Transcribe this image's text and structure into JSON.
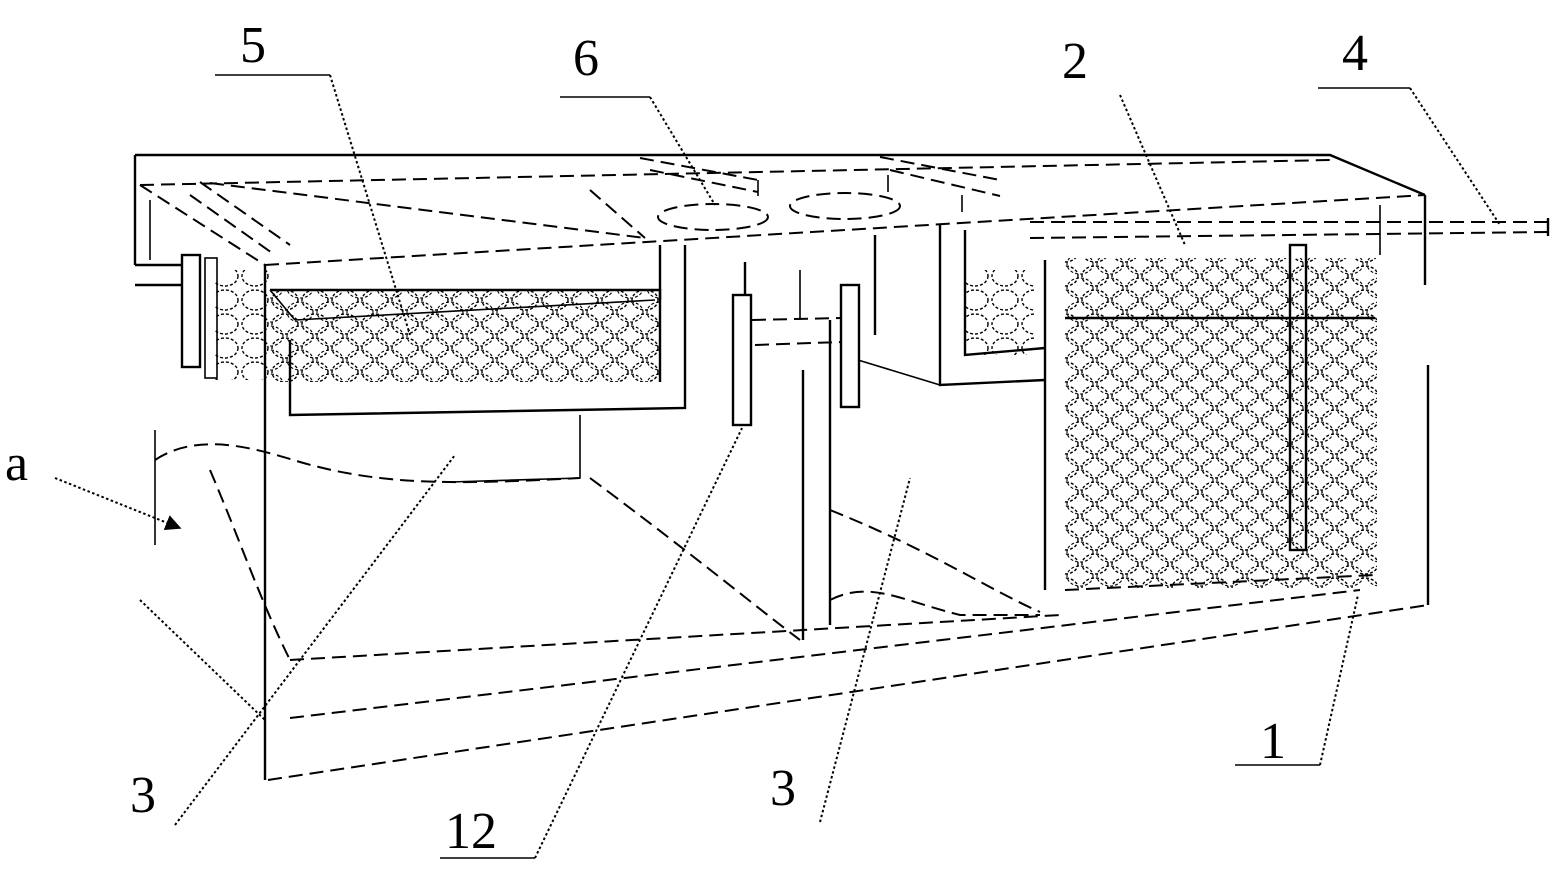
{
  "labels": {
    "l5": "5",
    "l6": "6",
    "l2": "2",
    "l4": "4",
    "la": "a",
    "l3_left": "3",
    "l12": "12",
    "l3_center": "3",
    "l1": "1"
  }
}
